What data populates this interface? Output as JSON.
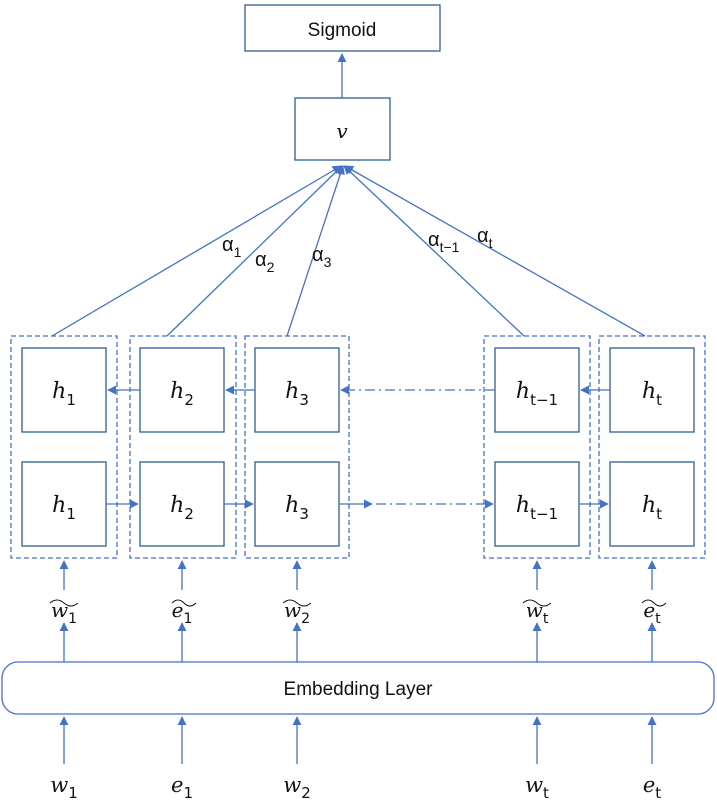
{
  "output": {
    "label": "Sigmoid"
  },
  "context": {
    "symbol": "v"
  },
  "attention": [
    {
      "base": "α",
      "sub": "1"
    },
    {
      "base": "α",
      "sub": "2"
    },
    {
      "base": "α",
      "sub": "3"
    },
    {
      "base": "α",
      "sub": "t−1"
    },
    {
      "base": "α",
      "sub": "t"
    }
  ],
  "columns": [
    {
      "hidden_base": "h",
      "hidden_sub": "1",
      "tilde_base": "w",
      "tilde_sub": "1",
      "input_base": "w",
      "input_sub": "1"
    },
    {
      "hidden_base": "h",
      "hidden_sub": "2",
      "tilde_base": "e",
      "tilde_sub": "1",
      "input_base": "e",
      "input_sub": "1"
    },
    {
      "hidden_base": "h",
      "hidden_sub": "3",
      "tilde_base": "w",
      "tilde_sub": "2",
      "input_base": "w",
      "input_sub": "2"
    },
    {
      "hidden_base": "h",
      "hidden_sub": "t−1",
      "tilde_base": "w",
      "tilde_sub": "t",
      "input_base": "w",
      "input_sub": "t"
    },
    {
      "hidden_base": "h",
      "hidden_sub": "t",
      "tilde_base": "e",
      "tilde_sub": "t",
      "input_base": "e",
      "input_sub": "t"
    }
  ],
  "embedding": {
    "label": "Embedding Layer"
  }
}
